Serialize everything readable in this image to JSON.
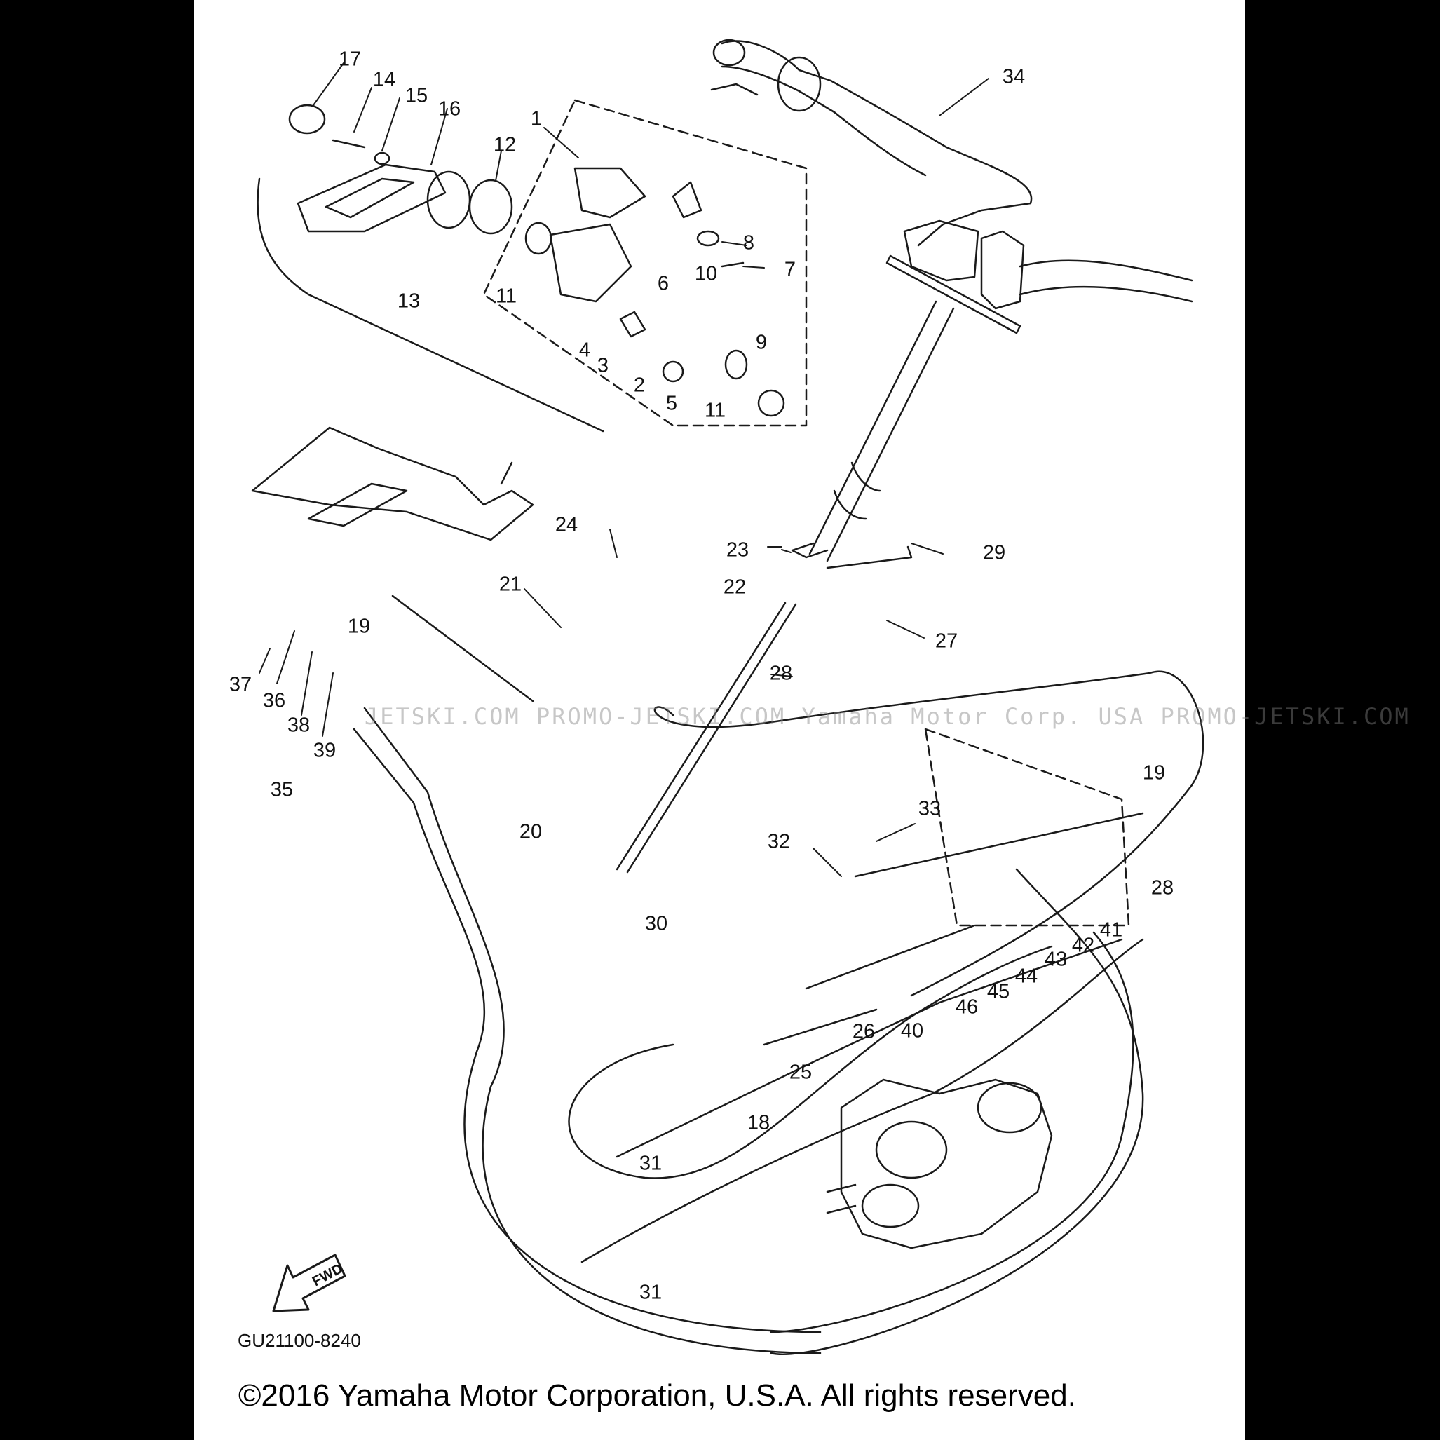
{
  "diagram_code": "GU21100-8240",
  "copyright": "©2016 Yamaha Motor Corporation, U.S.A. All rights reserved.",
  "watermark": "JETSKI.COM PROMO-JETSKI.COM Yamaha Motor Corp. USA PROMO-JETSKI.COM",
  "fwd_label": "FWD",
  "colors": {
    "line": "#1a1a1a",
    "paper": "#ffffff",
    "border": "#000000"
  },
  "callouts": [
    {
      "n": "1"
    },
    {
      "n": "2"
    },
    {
      "n": "3"
    },
    {
      "n": "4"
    },
    {
      "n": "5"
    },
    {
      "n": "6"
    },
    {
      "n": "7"
    },
    {
      "n": "8"
    },
    {
      "n": "9"
    },
    {
      "n": "10"
    },
    {
      "n": "11"
    },
    {
      "n": "11"
    },
    {
      "n": "12"
    },
    {
      "n": "13"
    },
    {
      "n": "14"
    },
    {
      "n": "15"
    },
    {
      "n": "16"
    },
    {
      "n": "17"
    },
    {
      "n": "18"
    },
    {
      "n": "19"
    },
    {
      "n": "19"
    },
    {
      "n": "20"
    },
    {
      "n": "21"
    },
    {
      "n": "22"
    },
    {
      "n": "23"
    },
    {
      "n": "24"
    },
    {
      "n": "25"
    },
    {
      "n": "26"
    },
    {
      "n": "27"
    },
    {
      "n": "28"
    },
    {
      "n": "28"
    },
    {
      "n": "29"
    },
    {
      "n": "30"
    },
    {
      "n": "31"
    },
    {
      "n": "31"
    },
    {
      "n": "32"
    },
    {
      "n": "33"
    },
    {
      "n": "34"
    },
    {
      "n": "35"
    },
    {
      "n": "36"
    },
    {
      "n": "37"
    },
    {
      "n": "38"
    },
    {
      "n": "39"
    },
    {
      "n": "40"
    },
    {
      "n": "41"
    },
    {
      "n": "42"
    },
    {
      "n": "43"
    },
    {
      "n": "44"
    },
    {
      "n": "45"
    },
    {
      "n": "46"
    }
  ]
}
